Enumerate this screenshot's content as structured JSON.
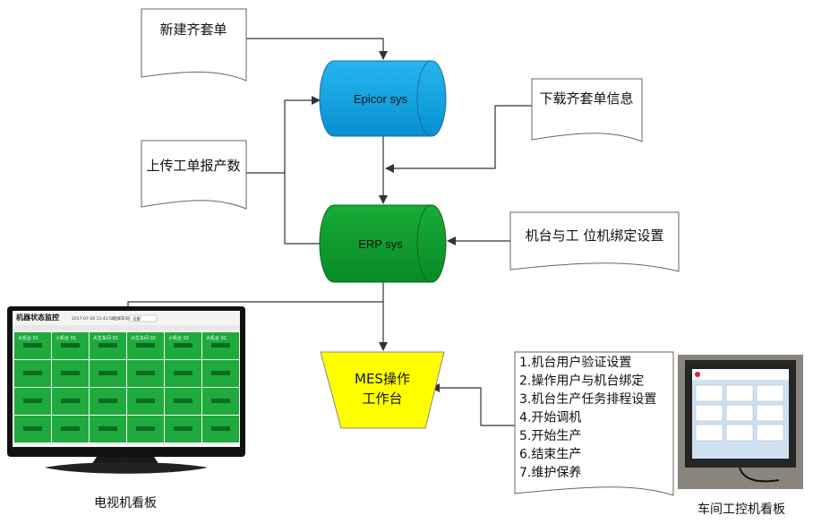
{
  "documents": {
    "new_kit_order": "新建齐套单",
    "download_kit_info": "下载齐套单信息",
    "upload_work_report": "上传工单报产数",
    "machine_binding": "机台与工 位机绑定设置"
  },
  "systems": {
    "epicor": "Epicor sys",
    "erp": "ERP sys",
    "mes_line1": "MES操作",
    "mes_line2": "工作台"
  },
  "mes_functions": [
    "1.机台用户验证设置",
    "2.操作用户与机台绑定",
    "3.机台生产任务排程设置",
    "4.开始调机",
    "5.开始生产",
    "6.结束生产",
    "7.维护保养"
  ],
  "tv_board": {
    "caption": "电视机看板",
    "screen_title": "机器状态监控",
    "datetime": "2017-07-26 11:41:56",
    "filter_label": "选择车间:",
    "filter_value": "全部",
    "tile_labels": [
      "大机台 01",
      "小机台 01",
      "大生车间 01",
      "大生车间 02",
      "小机台 02",
      "大机台 02"
    ]
  },
  "panel_board": {
    "caption": "车间工控机看板"
  },
  "colors": {
    "epicor": "#0aa6e8",
    "erp": "#0d9a2c",
    "mes": "#ffff00",
    "tv_green": "#1eaa3c"
  }
}
